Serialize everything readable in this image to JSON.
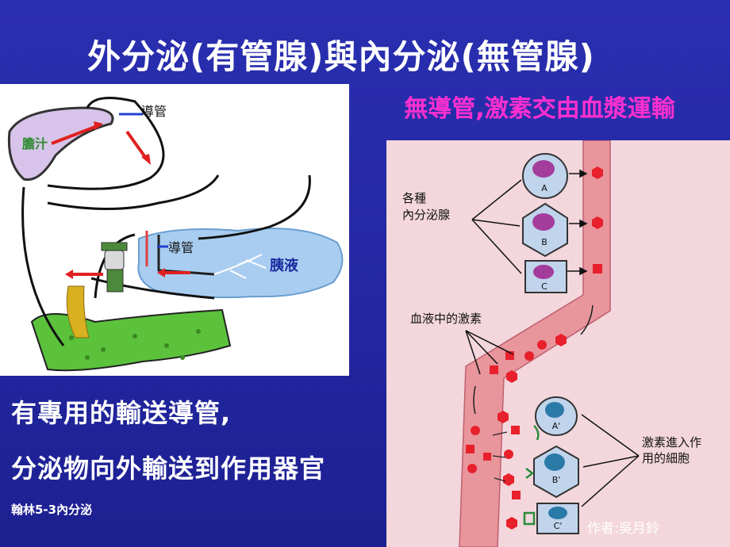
{
  "slide": {
    "title": "外分泌(有管腺)與內分泌(無管腺)",
    "subtitle_right": "無導管,激素交由血漿運輸",
    "left_caption_1": "有專用的輸送導管,",
    "left_caption_2": "分泌物向外輸送到作用器官",
    "footer": "翰林5-3內分泌",
    "author": "作者:吳月鈴"
  },
  "exocrine_diagram": {
    "label_bile": "膽汁",
    "label_duct_top": "導管",
    "label_duct_lower": "導管",
    "label_pancreatic_juice": "胰液"
  },
  "endocrine_diagram": {
    "label_glands_line1": "各種",
    "label_glands_line2": "內分泌腺",
    "label_blood_hormone": "血液中的激素",
    "label_target_line1": "激素進入作",
    "label_target_line2": "用的細胞",
    "glands": [
      "A",
      "B",
      "C"
    ],
    "targets": [
      "A'",
      "B'",
      "C'"
    ]
  },
  "colors": {
    "background": "#2226a0",
    "title_text": "#ffffff",
    "subtitle_text": "#ff2fd0",
    "panel_pink": "#f3d7dc",
    "vessel": "#e8959c",
    "hormone": "#e8202c"
  }
}
